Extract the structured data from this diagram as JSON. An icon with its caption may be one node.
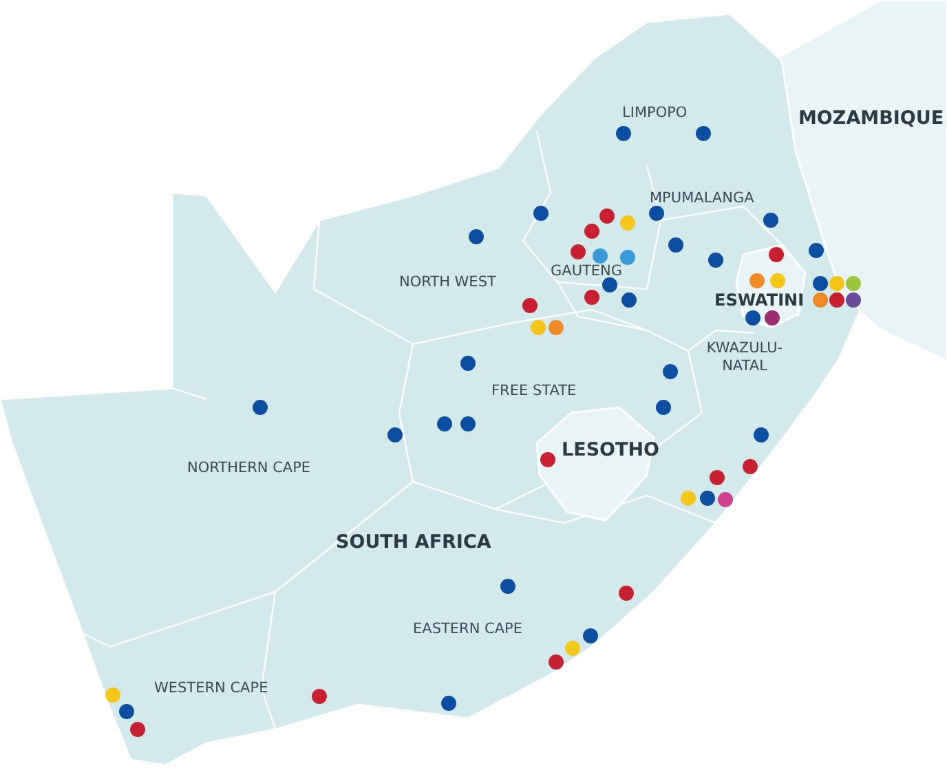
{
  "diagram": {
    "labels": [
      "LIMPOPO",
      "MOZAMBIQUE",
      "MPUMALANGA",
      "NORTH WEST",
      "GAUTENG",
      "ESWATINI",
      "KWAZULU-NATAL",
      "FREE STATE",
      "LESOTHO",
      "NORTHERN CAPE",
      "SOUTH AFRICA",
      "EASTERN CAPE",
      "WESTERN CAPE"
    ]
  }
}
